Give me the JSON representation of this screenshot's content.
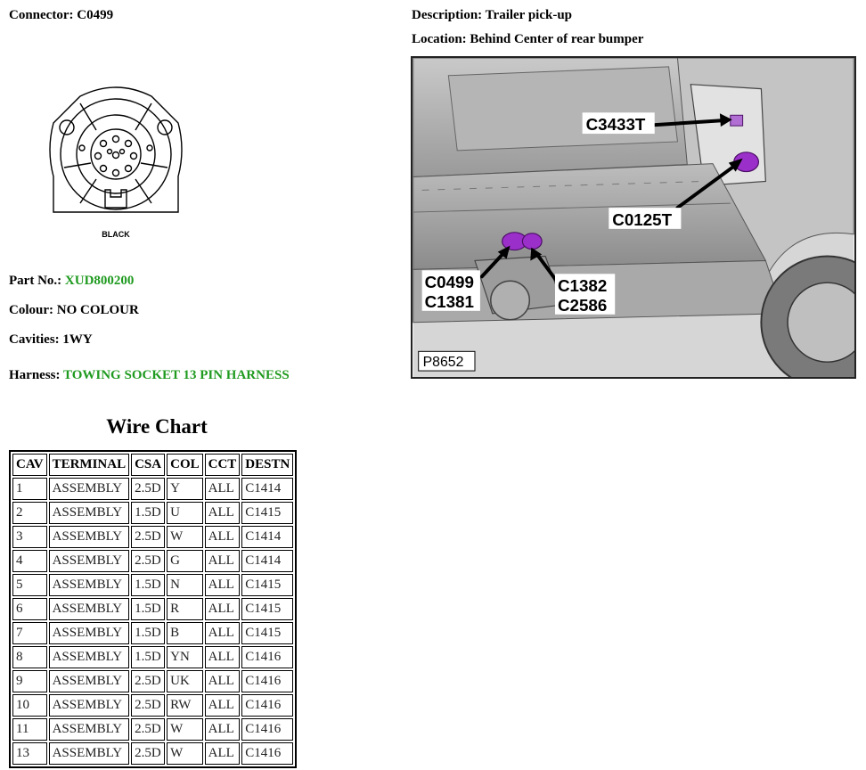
{
  "connector": {
    "label": "Connector:",
    "value": "C0499"
  },
  "description": {
    "label": "Description:",
    "value": "Trailer pick-up"
  },
  "location": {
    "label": "Location:",
    "value": "Behind Center of rear bumper"
  },
  "part_no": {
    "label": "Part No.:",
    "value": "XUD800200"
  },
  "colour": {
    "label": "Colour:",
    "value": "NO COLOUR"
  },
  "cavities": {
    "label": "Cavities:",
    "value": "1WY"
  },
  "harness": {
    "label": "Harness:",
    "value": "TOWING SOCKET 13 PIN HARNESS"
  },
  "connector_diagram": {
    "caption": "BLACK"
  },
  "photo": {
    "figure_id": "P8652",
    "callouts": [
      "C3433T",
      "C0125T",
      "C0499",
      "C1381",
      "C1382",
      "C2586"
    ]
  },
  "wire_chart": {
    "title": "Wire Chart",
    "headers": [
      "CAV",
      "TERMINAL",
      "CSA",
      "COL",
      "CCT",
      "DESTN"
    ],
    "rows": [
      [
        "1",
        "ASSEMBLY",
        "2.5D",
        "Y",
        "ALL",
        "C1414"
      ],
      [
        "2",
        "ASSEMBLY",
        "1.5D",
        "U",
        "ALL",
        "C1415"
      ],
      [
        "3",
        "ASSEMBLY",
        "2.5D",
        "W",
        "ALL",
        "C1414"
      ],
      [
        "4",
        "ASSEMBLY",
        "2.5D",
        "G",
        "ALL",
        "C1414"
      ],
      [
        "5",
        "ASSEMBLY",
        "1.5D",
        "N",
        "ALL",
        "C1415"
      ],
      [
        "6",
        "ASSEMBLY",
        "1.5D",
        "R",
        "ALL",
        "C1415"
      ],
      [
        "7",
        "ASSEMBLY",
        "1.5D",
        "B",
        "ALL",
        "C1415"
      ],
      [
        "8",
        "ASSEMBLY",
        "1.5D",
        "YN",
        "ALL",
        "C1416"
      ],
      [
        "9",
        "ASSEMBLY",
        "2.5D",
        "UK",
        "ALL",
        "C1416"
      ],
      [
        "10",
        "ASSEMBLY",
        "2.5D",
        "RW",
        "ALL",
        "C1416"
      ],
      [
        "11",
        "ASSEMBLY",
        "2.5D",
        "W",
        "ALL",
        "C1416"
      ],
      [
        "13",
        "ASSEMBLY",
        "2.5D",
        "W",
        "ALL",
        "C1416"
      ]
    ]
  },
  "colors": {
    "link_green": "#1f9a1f",
    "connector_highlight": "#9b2fc9"
  }
}
